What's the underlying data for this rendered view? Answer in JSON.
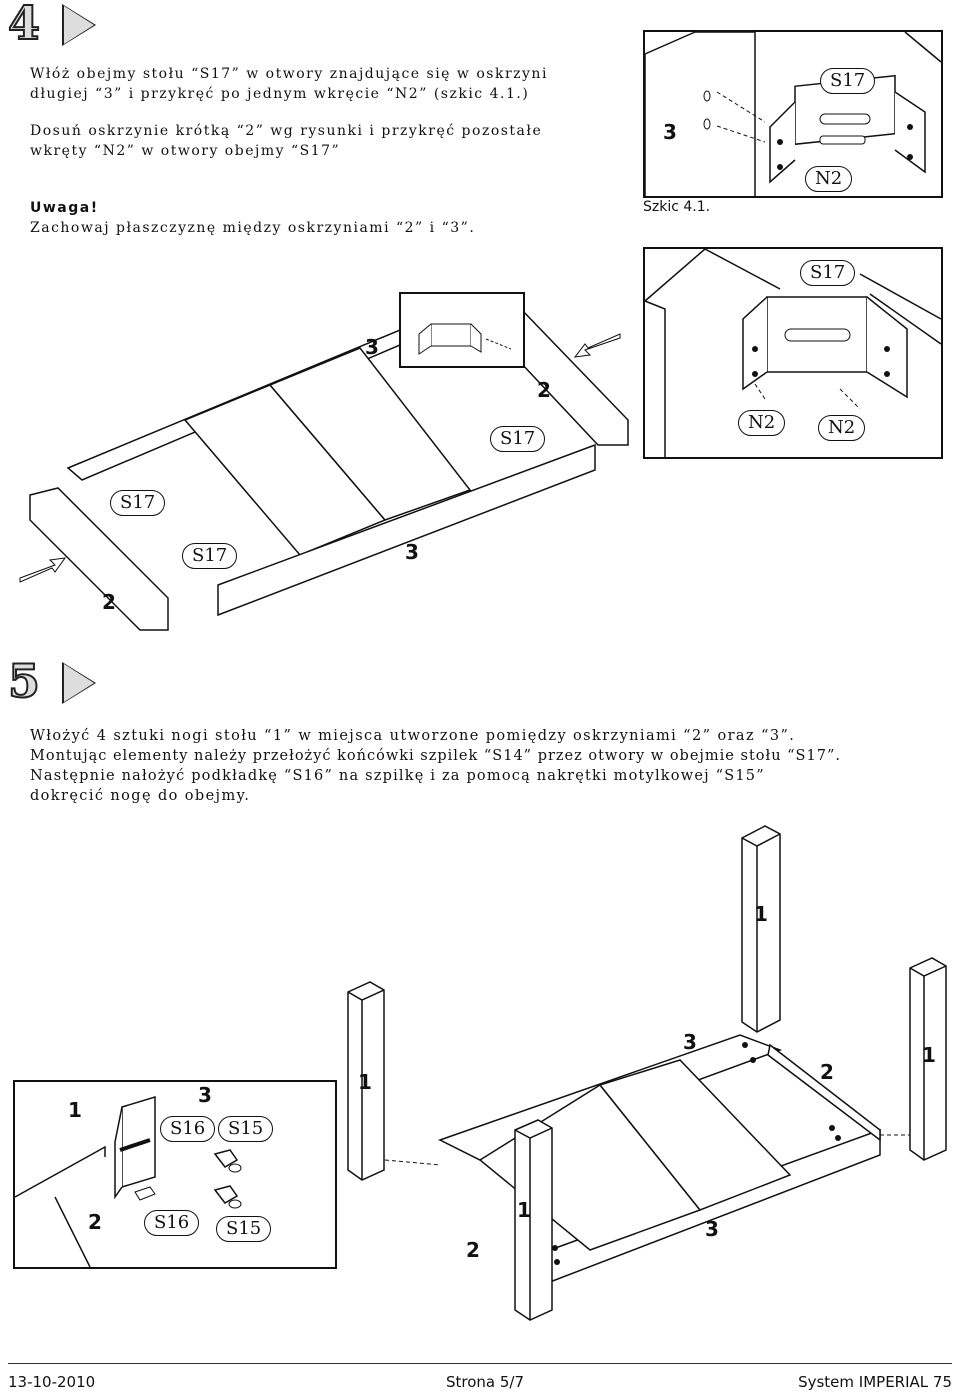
{
  "step4": {
    "number": "4",
    "para1_line1": "Włóż obejmy stołu “S17” w otwory znajdujące się w oskrzyni",
    "para1_line2": "długiej “3” i przykręć po jednym wkręcie “N2” (szkic 4.1.)",
    "para2_line1": "Dosuń oskrzynie krótką “2” wg rysunki i przykręć pozostałe",
    "para2_line2": "wkręty “N2” w otwory obejmy “S17”",
    "warning_title": "Uwaga!",
    "warning_text": "Zachowaj płaszczyznę między oskrzyniami “2” i “3”.",
    "sketch_caption": "Szkic 4.1."
  },
  "step5": {
    "number": "5",
    "line1": "Włożyć 4 sztuki nogi stołu “1” w miejsca utworzone pomiędzy oskrzyniami “2” oraz “3”.",
    "line2": "Montując elementy należy przełożyć końcówki szpilek “S14” przez otwory w obejmie stołu “S17”.",
    "line3": "Następnie nałożyć podkładkę “S16” na szpilkę i za pomocą nakrętki motylkowej “S15”",
    "line4": "dokręcić nogę do obejmy."
  },
  "labels": {
    "s17": "S17",
    "n2": "N2",
    "s16": "S16",
    "s15": "S15",
    "p1": "1",
    "p2": "2",
    "p3": "3"
  },
  "footer": {
    "date": "13-10-2010",
    "page": "Strona 5/7",
    "system": "System IMPERIAL 75"
  }
}
